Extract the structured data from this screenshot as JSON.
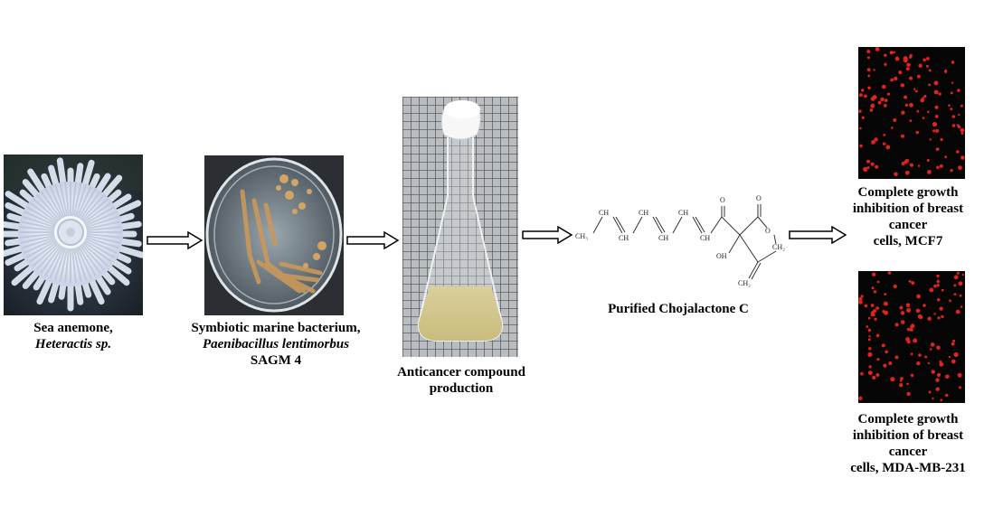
{
  "steps": [
    {
      "caption_line1": "Sea anemone,",
      "caption_line2": "Heteractis sp."
    },
    {
      "caption_line1": "Symbiotic marine bacterium,",
      "caption_line2": "Paenibacillus lentimorbus",
      "caption_line3": "SAGM 4"
    },
    {
      "caption_line1": "Anticancer compound",
      "caption_line2": "production"
    },
    {
      "caption": "Purified Chojalactone C"
    }
  ],
  "outcomes": [
    {
      "line1": "Complete growth",
      "line2": "inhibition of breast cancer",
      "line3": "cells, MCF7"
    },
    {
      "line1": "Complete growth",
      "line2": "inhibition of breast cancer",
      "line3": "cells, MDA-MB-231"
    }
  ],
  "structure_labels": {
    "ch3": "CH₃",
    "ch": "CH",
    "ch2": "CH₂",
    "ch2_exo": "CH₂",
    "oh": "OH",
    "o": "O"
  },
  "colors": {
    "cell_dot": "#e0231b",
    "micrograph_bg": "#050505",
    "arrow_fill": "#ffffff",
    "arrow_stroke": "#000000"
  }
}
